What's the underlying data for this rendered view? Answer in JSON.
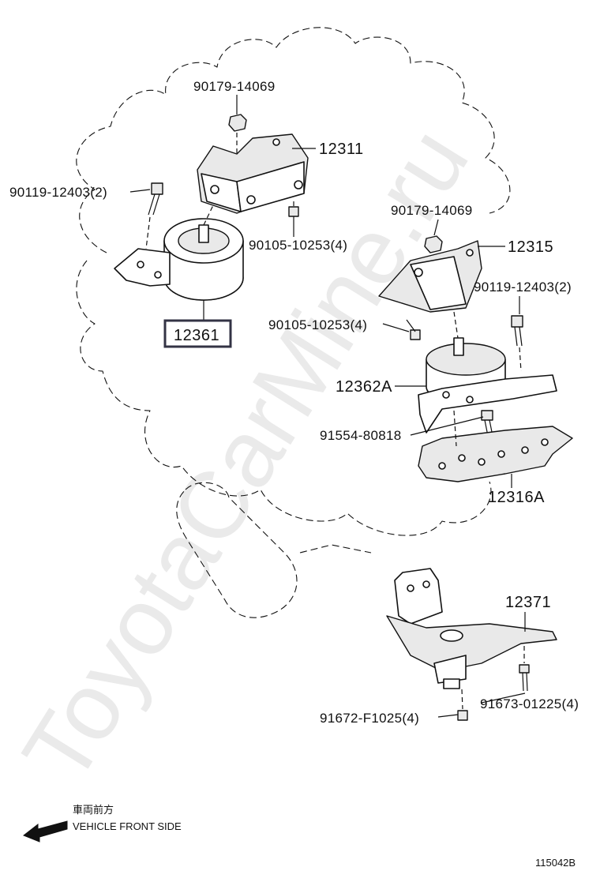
{
  "watermark": "ToyotaCarMine.ru",
  "parts": {
    "p1": "90179-14069",
    "p2": "12311",
    "p3": "90119-12403(2)",
    "p4": "90105-10253(4)",
    "p5": "12361",
    "p6": "90179-14069",
    "p7": "12315",
    "p8": "90119-12403(2)",
    "p9": "90105-10253(4)",
    "p10": "12362A",
    "p11": "91554-80818",
    "p12": "12316A",
    "p13": "12371",
    "p14": "91672-F1025(4)",
    "p15": "91673-01225(4)"
  },
  "legend": {
    "japanese": "車両前方",
    "english": "VEHICLE FRONT SIDE"
  },
  "figure_id": "115042B"
}
